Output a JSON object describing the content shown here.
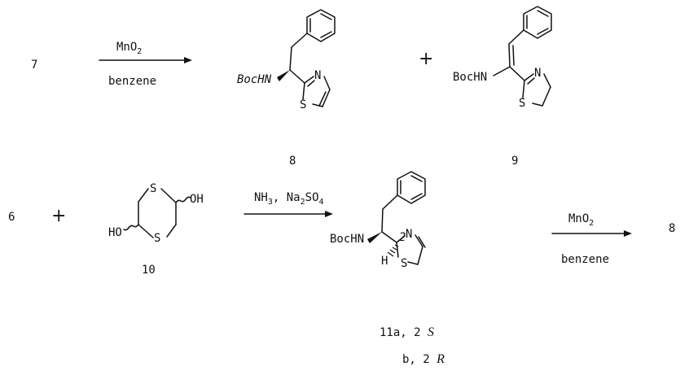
{
  "row1": {
    "start": "7",
    "reagent_top": "MnO2",
    "reagent_bottom": "benzene",
    "plus": "+",
    "product_a": {
      "label": "8",
      "group": "BocHN",
      "ring_n": "N",
      "ring_s": "S"
    },
    "product_b": {
      "label": "9",
      "group": "BocHN",
      "ring_n": "N",
      "ring_s": "S"
    }
  },
  "row2": {
    "start": "6",
    "plus": "+",
    "reagent_10": {
      "label": "10",
      "s_top": "S",
      "s_bottom": "S",
      "oh_right": "OH",
      "ho_left": "HO"
    },
    "conditions": "NH3, Na2SO4",
    "intermediate": {
      "group": "BocHN",
      "stereo_index": "2",
      "h": "H",
      "ring_n": "N",
      "ring_s": "S",
      "label_a": "11a, 2",
      "label_a_config": "S",
      "label_b": "b, 2",
      "label_b_config": "R"
    },
    "reagent2_top": "MnO2",
    "reagent2_bottom": "benzene",
    "product": "8"
  }
}
